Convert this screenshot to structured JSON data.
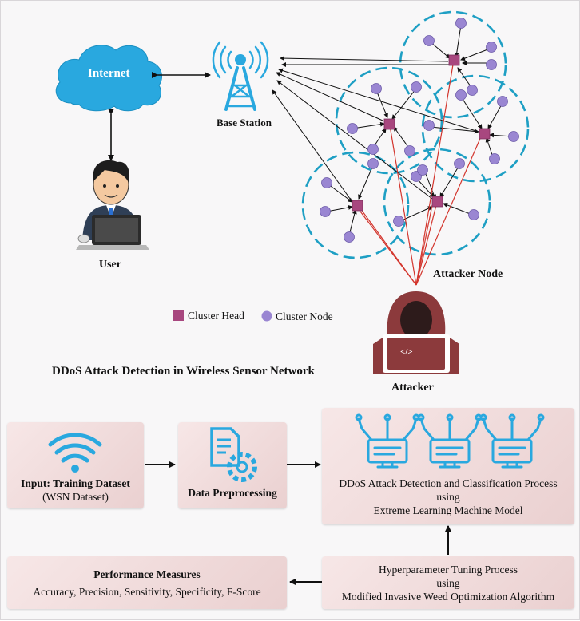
{
  "network": {
    "internet_label": "Internet",
    "base_station_label": "Base Station",
    "user_label": "User",
    "attacker_node_label": "Attacker Node",
    "attacker_label": "Attacker",
    "legend": {
      "cluster_head": "Cluster Head",
      "cluster_node": "Cluster Node"
    },
    "title": "DDoS Attack Detection in Wireless Sensor Network",
    "laptop_code_glyph": "</>"
  },
  "pipeline": {
    "input_title": "Input: Training Dataset",
    "input_sub": "(WSN Dataset)",
    "preprocessing": "Data Preprocessing",
    "detection_line1": "DDoS Attack Detection and Classification Process",
    "detection_line2": "using",
    "detection_line3": "Extreme Learning Machine Model",
    "tuning_line1": "Hyperparameter Tuning Process",
    "tuning_line2": "using",
    "tuning_line3": "Modified Invasive Weed Optimization Algorithm",
    "performance_title": "Performance Measures",
    "performance_metrics": "Accuracy, Precision, Sensitivity, Specificity, F-Score"
  },
  "colors": {
    "cloud": "#29a8df",
    "tower": "#29a8df",
    "cluster_head": "#a8477f",
    "cluster_node": "#9a86d2",
    "cluster_ring": "#1e9fc4",
    "attack_line": "#d3352d",
    "attacker": "#8c3a3c",
    "icon_blue": "#29a8df",
    "box": "#efdcdc"
  }
}
